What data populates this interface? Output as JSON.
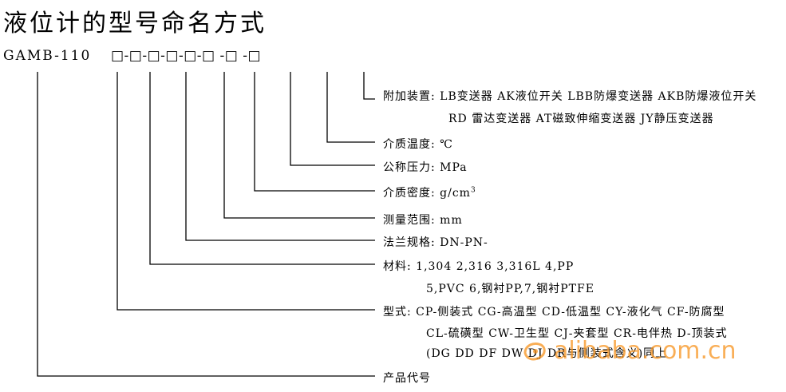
{
  "title": "液位计的型号命名方式",
  "code": {
    "prefix": "GAMB-110",
    "sequence": "□-□-□-□-□-□ -□ -□"
  },
  "labels": {
    "accessory_line1": "附加装置: LB变送器 AK液位开关 LBB防爆变送器 AKB防爆液位开关",
    "accessory_line2": "RD 雷达变送器 AT磁致伸缩变送器 JY静压变送器",
    "temperature": "介质温度: ℃",
    "pressure": "公称压力: MPa",
    "density_main": "介质密度: g/cm",
    "density_sup": "3",
    "range": "测量范围: mm",
    "flange": "法兰规格: DN-PN-",
    "material_line1": "材料: 1,304 2,316 3,316L 4,PP",
    "material_line2": "5,PVC 6,钢衬PP,7,钢衬PTFE",
    "type_line1": "型式: CP-侧装式 CG-高温型 CD-低温型 CY-液化气 CF-防腐型",
    "type_line2": "CL-硫磺型 CW-卫生型 CJ-夹套型 CR-电伴热 D-顶装式",
    "type_line3": "(DG DD DF DW DJ DR与侧装式含义)同上",
    "product_code": "产品代号"
  },
  "watermark": "alibaba.com.cn"
}
